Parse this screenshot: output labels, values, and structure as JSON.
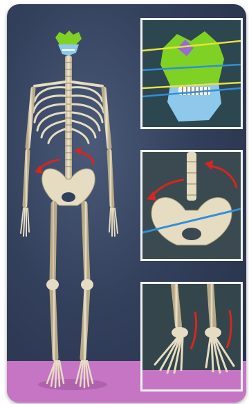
{
  "figure": {
    "subject": "",
    "palette": {
      "background": "#2f3b56",
      "bone": "#e6dcc2",
      "bone_shadow": "#b8aa88",
      "floor": "#c575c4",
      "rotation_arrow": "#d9251f",
      "axis_blue": "#2f8fd8",
      "axis_yellow": "#e8e23a",
      "skull_green": "#7fd224",
      "jaw_blue": "#8ec8ea",
      "inset_border": "#f2f2f2"
    },
    "insets": [
      {
        "id": "skull",
        "overlay_lines": [
          "yellow",
          "blue",
          "yellow",
          "blue"
        ]
      },
      {
        "id": "pelvis",
        "overlay_lines": [
          "blue"
        ],
        "arrows": 2
      },
      {
        "id": "feet",
        "marks": 2
      }
    ]
  }
}
